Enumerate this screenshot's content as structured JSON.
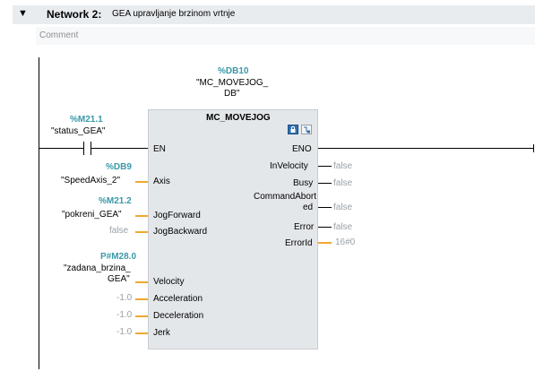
{
  "network": {
    "arrow": "▼",
    "title": "Network 2:",
    "description": "GEA upravljanje brzinom vrtnje",
    "comment": "Comment"
  },
  "instance": {
    "address": "%DB10",
    "name_line1": "\"MC_MOVEJOG_",
    "name_line2": "DB\""
  },
  "block": {
    "type": "MC_MOVEJOG",
    "icons": [
      "block-lock-icon",
      "block-call-icon"
    ]
  },
  "contact": {
    "address": "%M21.1",
    "name": "\"status_GEA\""
  },
  "inputs": {
    "en": "EN",
    "axis_label": "Axis",
    "axis_address": "%DB9",
    "axis_value": "\"SpeedAxis_2\"",
    "jogfwd_label": "JogForward",
    "jogfwd_address": "%M21.2",
    "jogfwd_value": "\"pokreni_GEA\"",
    "jogbwd_label": "JogBackward",
    "jogbwd_value": "false",
    "velocity_label": "Velocity",
    "velocity_address": "P#M28.0",
    "velocity_name1": "\"zadana_brzina_",
    "velocity_name2": "GEA\"",
    "accel_label": "Acceleration",
    "accel_value": "-1.0",
    "decel_label": "Deceleration",
    "decel_value": "-1.0",
    "jerk_label": "Jerk",
    "jerk_value": "-1.0"
  },
  "outputs": {
    "eno": "ENO",
    "invelocity_label": "InVelocity",
    "invelocity_value": "false",
    "busy_label": "Busy",
    "busy_value": "false",
    "cmdabort_label1": "CommandAbort",
    "cmdabort_label2": "ed",
    "cmdabort_value": "false",
    "error_label": "Error",
    "error_value": "false",
    "errorid_label": "ErrorId",
    "errorid_value": "16#0"
  },
  "colors": {
    "address": "#3b98a8",
    "wire_orange": "#f0a830",
    "block_fill": "#e4e7ea",
    "header_bar": "#e9ecef"
  }
}
